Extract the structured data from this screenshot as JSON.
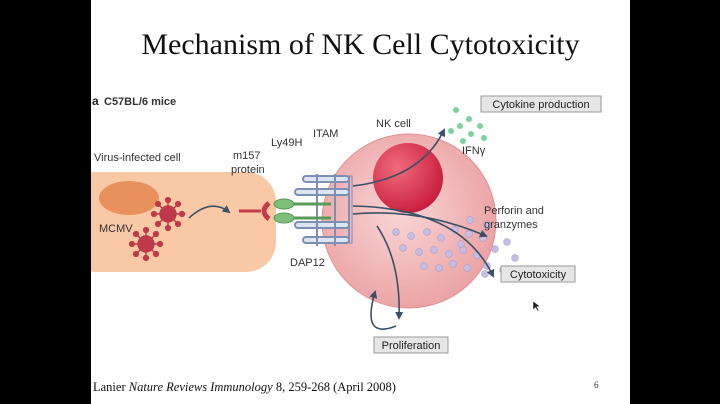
{
  "slide": {
    "title": "Mechanism of NK Cell Cytotoxicity",
    "citation": {
      "author": "Lanier ",
      "journal": "Nature Reviews Immunology",
      "details": " 8, 259-268 (April 2008)"
    },
    "slide_number": "6"
  },
  "figure": {
    "panel_letter": "a",
    "panel_title": "C57BL/6 mice",
    "labels": {
      "virus_infected_cell": "Virus-infected cell",
      "mcmv": "MCMV",
      "m157_line1": "m157",
      "m157_line2": "protein",
      "ly49h": "Ly49H",
      "itam": "ITAM",
      "dap12": "DAP12",
      "nk_cell": "NK cell",
      "ifng": "IFNγ",
      "perforin_line1": "Perforin and",
      "perforin_line2": "granzymes"
    },
    "boxes": {
      "cytokine": "Cytokine production",
      "cytotoxicity": "Cytotoxicity",
      "proliferation": "Proliferation"
    },
    "colors": {
      "infected_cell": "#f8c9a4",
      "infected_nucleus": "#e9915d",
      "virus": "#c0394a",
      "nk_cell": "#f2b3b3",
      "nk_nucleus": "#d72a48",
      "receptor": "#7e8fb6",
      "ligand": "#c33b47",
      "ifng_dots": "#7fcf9f",
      "granules": "#c5bde3",
      "arrows": "#3a5166",
      "label_box": "#e6e6e6"
    }
  }
}
